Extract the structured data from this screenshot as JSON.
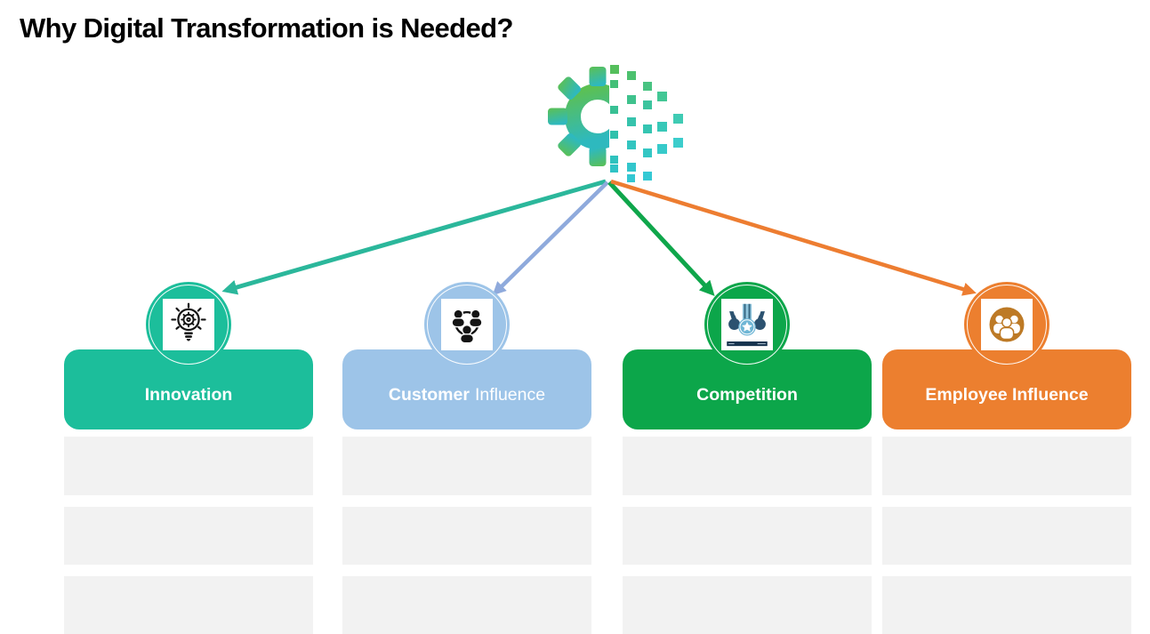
{
  "title": "Why Digital Transformation is Needed?",
  "hero_icon": "digital-transformation-gear-icon",
  "columns": [
    {
      "id": "innovation",
      "label_bold": "Innovation",
      "label_regular": "",
      "color": "#1CBE9B",
      "icon": "lightbulb-gear-innovation-icon",
      "arrow_color": "#2BB79B"
    },
    {
      "id": "customer-influence",
      "label_bold": "Customer",
      "label_regular": "Influence",
      "color": "#9DC4E8",
      "icon": "connected-people-customer-icon",
      "arrow_color": "#8FAADC"
    },
    {
      "id": "competition",
      "label_bold": "Competition",
      "label_regular": "",
      "color": "#0CA64A",
      "icon": "award-medals-competition-icon",
      "arrow_color": "#0FA64B"
    },
    {
      "id": "employee-influence",
      "label_bold": "Employee Influence",
      "label_regular": "",
      "color": "#EC7F2F",
      "icon": "people-group-employee-icon",
      "arrow_color": "#ED7D31"
    }
  ],
  "placeholder": {
    "rows_per_column": 3,
    "color": "#F2F2F2"
  },
  "background": "#FFFFFF"
}
